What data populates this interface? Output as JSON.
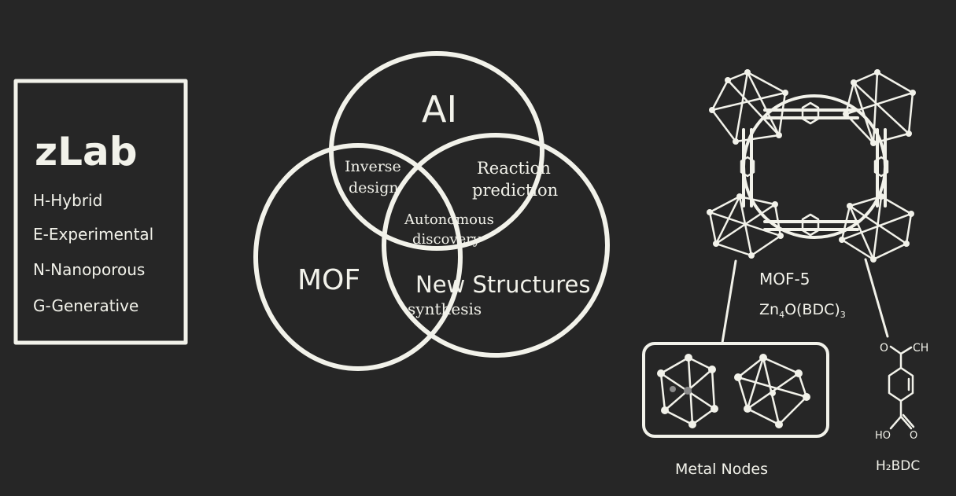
{
  "zlab": {
    "title": "zLab",
    "items": [
      "H-Hybrid",
      "E-Experimental",
      "N-Nanoporous",
      "G-Generative"
    ]
  },
  "venn": {
    "ai": "AI",
    "mof": "MOF",
    "ai_mof": [
      "Inverse",
      "design"
    ],
    "ai_new": [
      "Reaction",
      "prediction"
    ],
    "center": [
      "Autonomous",
      "discovery"
    ],
    "new_structures": "New Structures",
    "mof_new": "synthesis"
  },
  "mof5": {
    "name": "MOF-5",
    "formula_parts": [
      "Zn",
      "4",
      "O(BDC)",
      "3"
    ],
    "metal_nodes_label": "Metal Nodes",
    "linker_label": "H₂BDC",
    "linker_atoms": {
      "top_o": "O",
      "top_ch": "CH",
      "bottom_oh": "HO",
      "bottom_o": "O"
    }
  },
  "colors": {
    "background": "#262626",
    "chalk": "#f2f2ea"
  }
}
